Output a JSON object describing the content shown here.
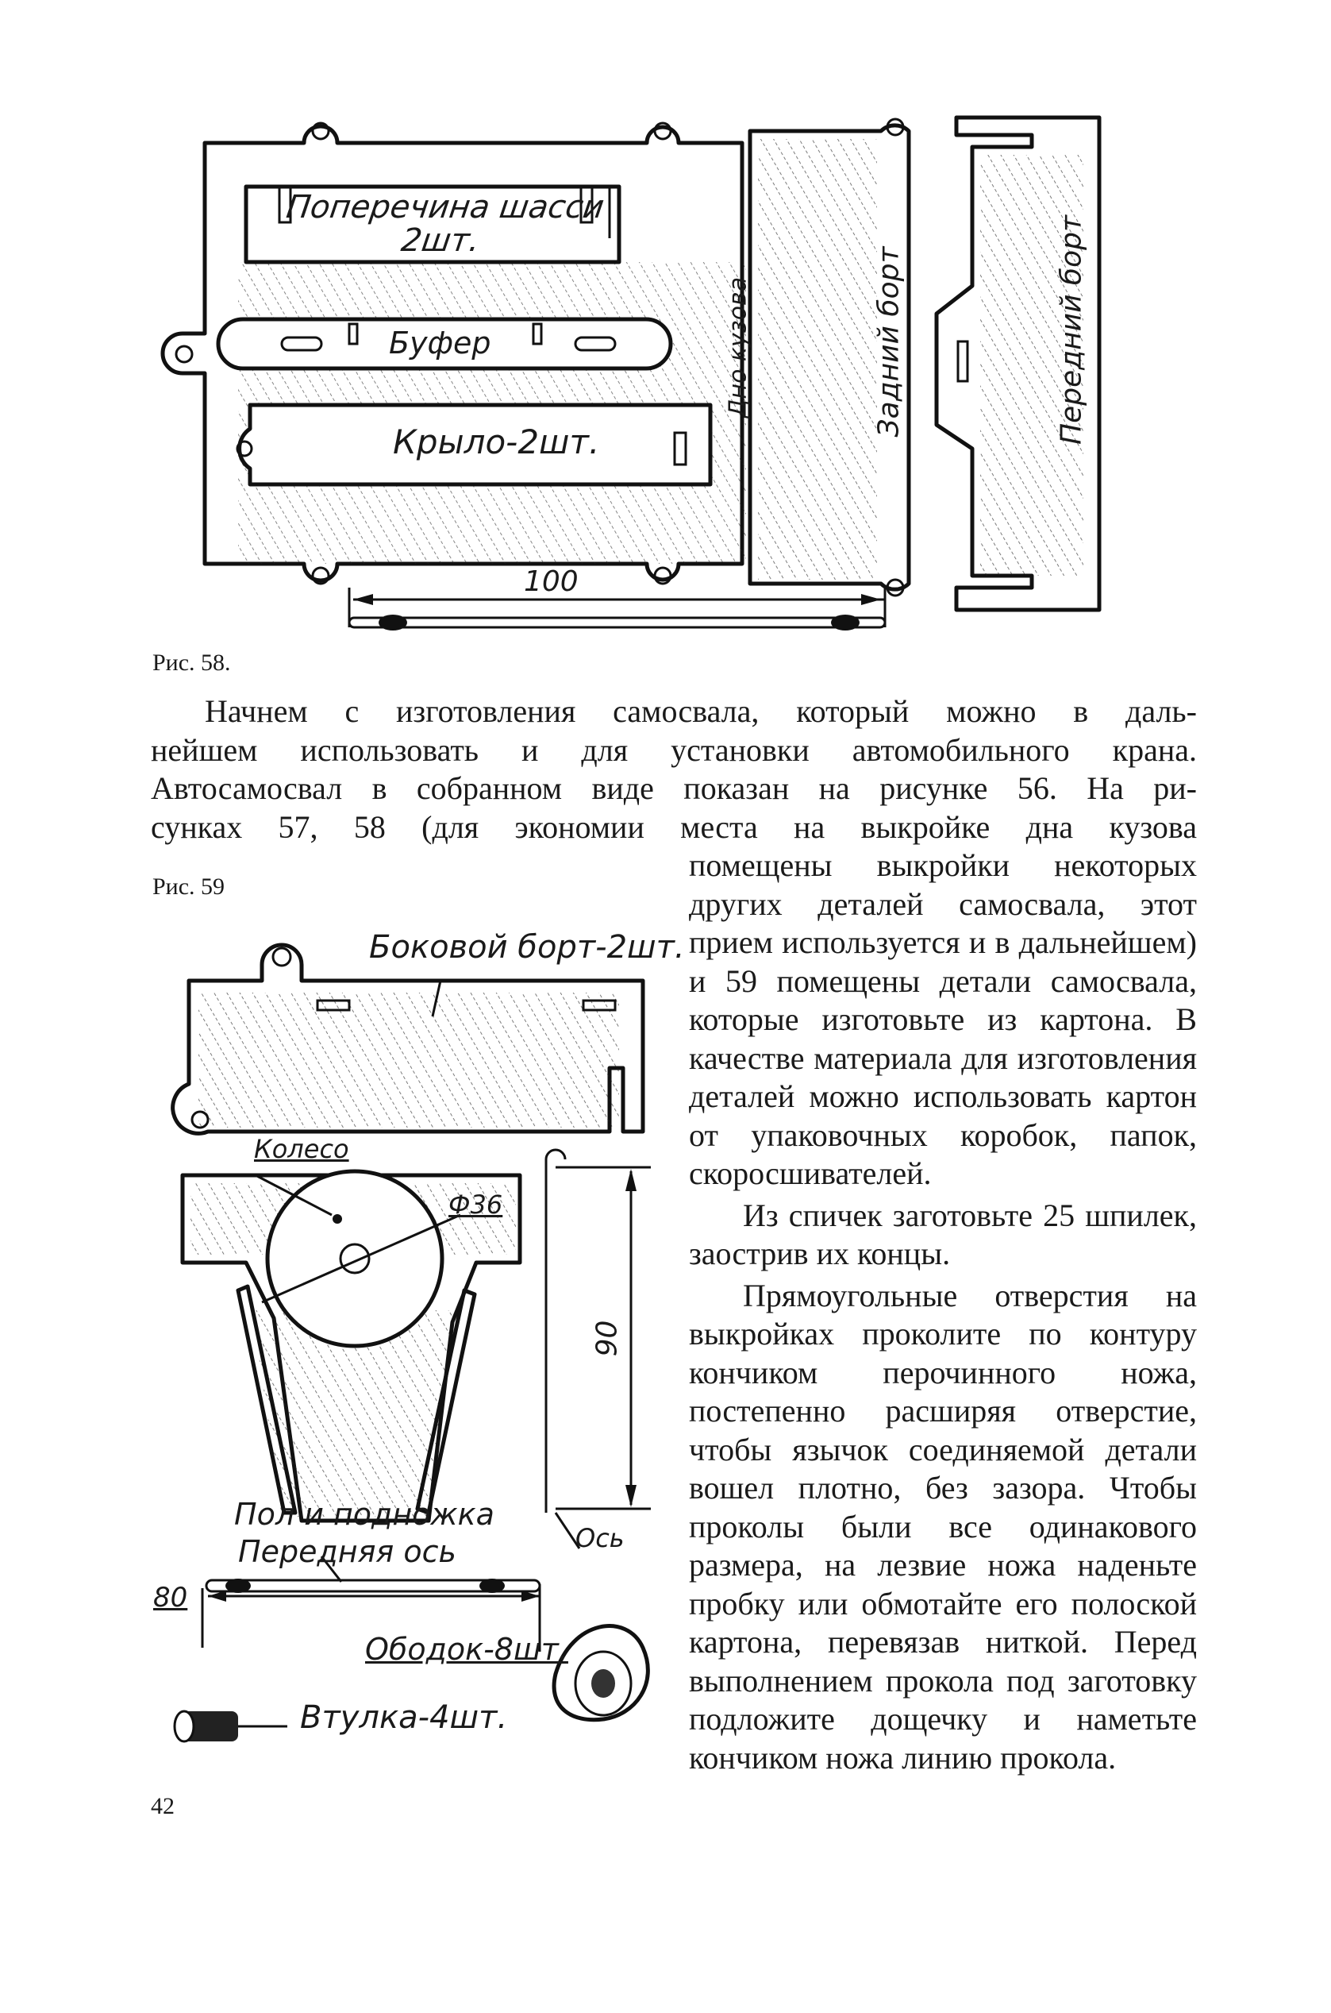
{
  "figure58": {
    "caption": "Рис. 58.",
    "labels": {
      "chassis_crossbar": [
        "Поперечина шасси",
        "2шт."
      ],
      "bumper": "Буфер",
      "fender": "Крыло-2шт.",
      "body_bottom": "Дно кузова",
      "rear_side": "Задний борт",
      "front_side": "Передний борт",
      "dimension": "100"
    }
  },
  "figure59": {
    "caption": "Рис. 59",
    "labels": {
      "side_board": "Боковой борт-2шт.",
      "wheel": "Колесо",
      "diameter": "Ф36",
      "dim_90": "90",
      "floor_footrest": "Пол и подножка",
      "front_axle": "Передняя ось",
      "axle": "Ось",
      "dim_80": "80",
      "rim": "Ободок-8шт.",
      "bushing": "Втулка-4шт."
    }
  },
  "text": {
    "lines_wide": [
      "Начнем с изготовления самосвала, который можно в даль-",
      "нейшем использовать и для установки автомобильного крана.",
      "Автосамосвал в собранном виде показан на рисунке 56. На ри-",
      "сунках 57, 58 (для экономии места на выкройке дна кузова"
    ],
    "para1_column": "помещены выкройки некоторых других деталей самосвала, этот прием используется и в дальнейшем) и 59 помещены детали самосвала, которые изготовьте из картона. В качестве материала для изготовления деталей можно использовать картон от упаковочных коробок, папок, скоросшивателей.",
    "para2": "Из спичек заготовьте 25 шпилек, заострив их концы.",
    "para3": "Прямоугольные отверстия на выкройках проколите по контуру кончиком перочинного ножа, постепенно расширяя отверстие, чтобы язычок соединяемой детали вошел плотно, без зазора. Чтобы проколы были все одинакового размера, на лезвие ножа наденьте пробку или обмотайте его полоской картона, перевязав ниткой. Перед выполнением прокола под заготовку подложите дощечку и наметьте кончиком ножа линию прокола."
  },
  "page_number": "42"
}
